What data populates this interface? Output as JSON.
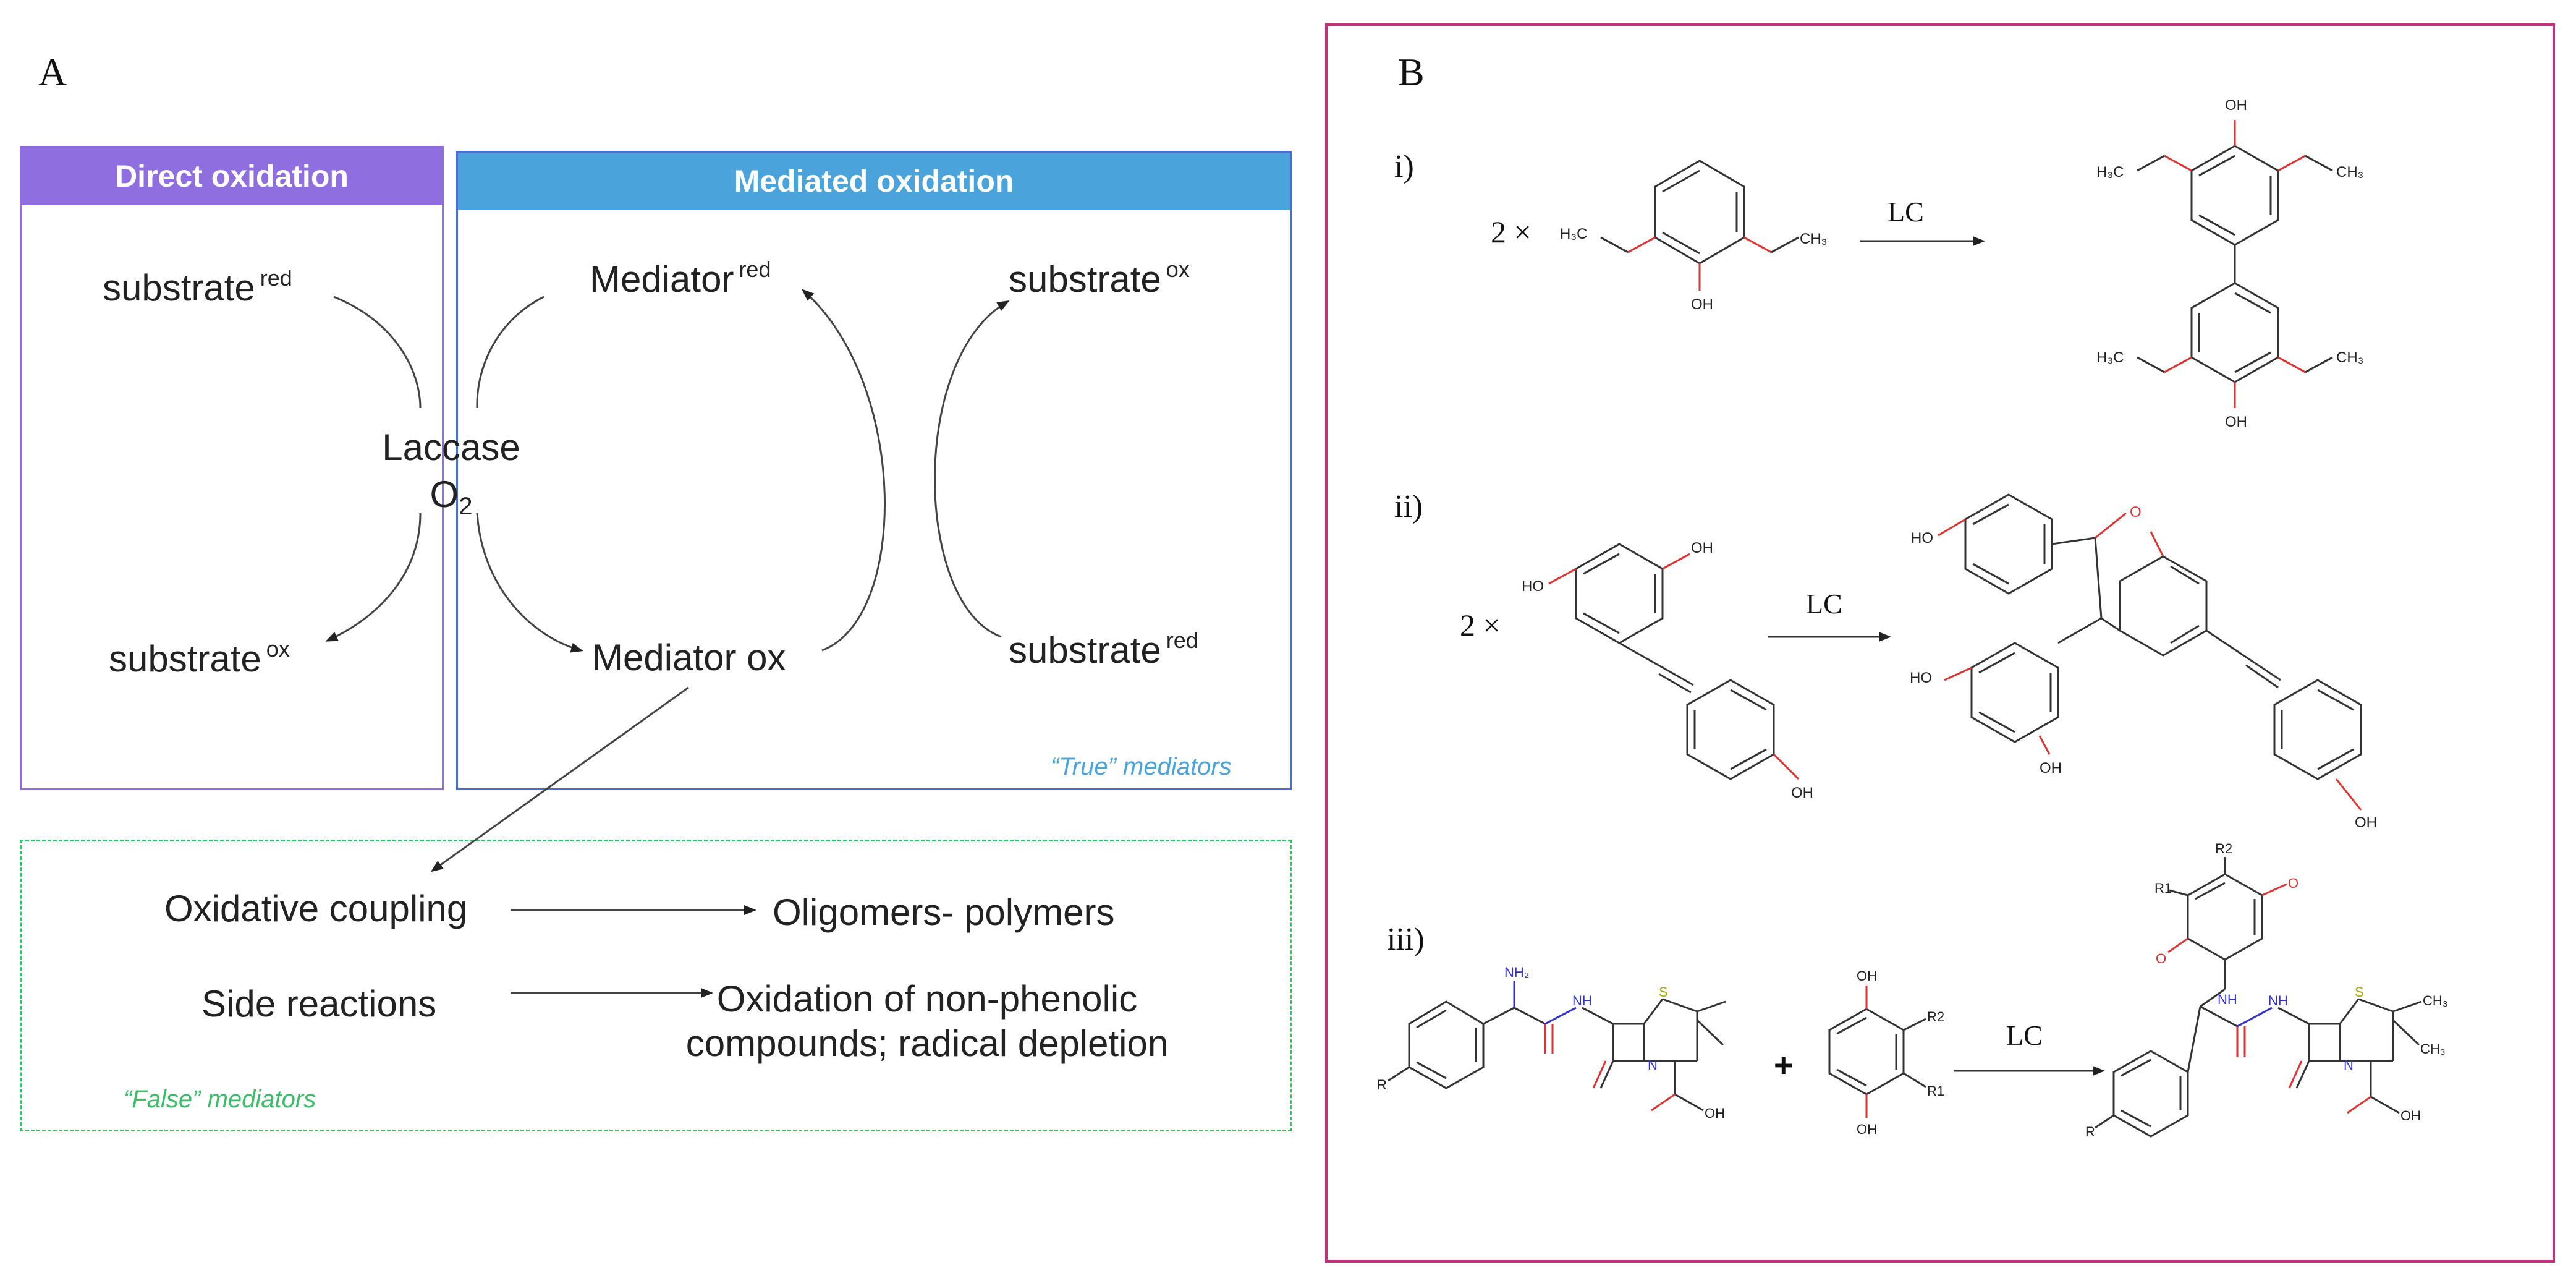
{
  "panel_a": {
    "letter": "A",
    "direct": {
      "title": "Direct oxidation",
      "substrate_red": {
        "base": "substrate",
        "sup": "red"
      },
      "substrate_ox": {
        "base": "substrate",
        "sup": "ox"
      }
    },
    "enzyme": {
      "line1": "Laccase",
      "o2_base": "O",
      "o2_sub": "2"
    },
    "mediated": {
      "title": "Mediated oxidation",
      "mediator_red": {
        "base": "Mediator",
        "sup": "red"
      },
      "mediator_ox": "Mediator ox",
      "substrate_ox": {
        "base": "substrate",
        "sup": "ox"
      },
      "substrate_red": {
        "base": "substrate",
        "sup": "red"
      },
      "note": "“True” mediators"
    },
    "side": {
      "oxidative_coupling": "Oxidative coupling",
      "oligomers": "Oligomers- polymers",
      "side_reactions": "Side reactions",
      "oxidation_line1": "Oxidation of non-phenolic",
      "oxidation_line2": "compounds; radical depletion",
      "note": "“False” mediators"
    },
    "colors": {
      "direct": "#8f6fe0",
      "mediated": "#4aa3db",
      "mediated_border": "#4a6fd0",
      "false_border": "#3dbd6a",
      "true_note": "#4aa3db",
      "false_note": "#3dbd6a"
    }
  },
  "panel_b": {
    "letter": "B",
    "border_color": "#c2307a",
    "reactions": [
      {
        "label": "i)",
        "multiplier": "2 ×",
        "arrow_label": "LC"
      },
      {
        "label": "ii)",
        "multiplier": "2 ×",
        "arrow_label": "LC"
      },
      {
        "label": "iii)",
        "multiplier": "",
        "plus": "+",
        "arrow_label": "LC"
      }
    ],
    "atoms": {
      "OH": "OH",
      "H3C": "H₃C",
      "CH3": "CH₃",
      "HO": "HO",
      "O": "O",
      "NH2": "NH₂",
      "NH": "NH",
      "N": "N",
      "S": "S",
      "R": "R",
      "R1": "R1",
      "R2": "R2",
      "CH3_short": "CH₃"
    }
  }
}
